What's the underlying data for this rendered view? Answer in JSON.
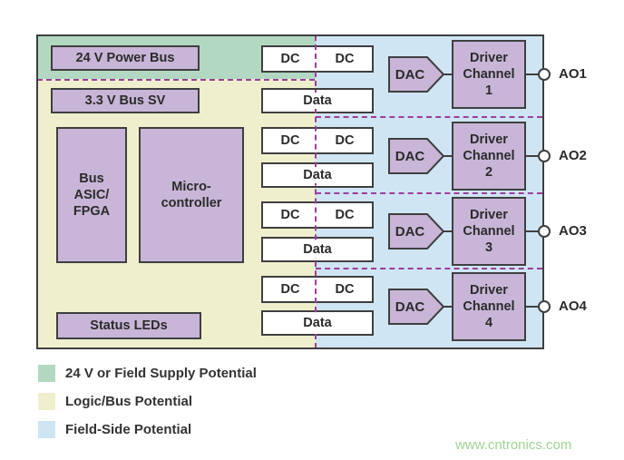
{
  "colors": {
    "supply_green": "#b2d8c2",
    "logic_yellow": "#f0efcd",
    "field_blue": "#cfe5f4",
    "block_purple": "#c8b5d7",
    "isolation_dash_purple": "#9b3f9b",
    "outline_dark": "#3f3f3f",
    "watermark_green": "#9fd394"
  },
  "diagram": {
    "power_bus_label": "24 V Power Bus",
    "bus_sv_label": "3.3 V Bus SV",
    "bus_asic_lines": [
      "Bus",
      "ASIC/",
      "FPGA"
    ],
    "micro_lines": [
      "Micro-",
      "controller"
    ],
    "status_leds_label": "Status LEDs",
    "channels": [
      {
        "dc_left": "DC",
        "dc_right": "DC",
        "data_label": "Data",
        "dac_label": "DAC",
        "driver_lines": [
          "Driver",
          "Channel",
          "1"
        ],
        "output_label": "AO1"
      },
      {
        "dc_left": "DC",
        "dc_right": "DC",
        "data_label": "Data",
        "dac_label": "DAC",
        "driver_lines": [
          "Driver",
          "Channel",
          "2"
        ],
        "output_label": "AO2"
      },
      {
        "dc_left": "DC",
        "dc_right": "DC",
        "data_label": "Data",
        "dac_label": "DAC",
        "driver_lines": [
          "Driver",
          "Channel",
          "3"
        ],
        "output_label": "AO3"
      },
      {
        "dc_left": "DC",
        "dc_right": "DC",
        "data_label": "Data",
        "dac_label": "DAC",
        "driver_lines": [
          "Driver",
          "Channel",
          "4"
        ],
        "output_label": "AO4"
      }
    ]
  },
  "legend": {
    "items": [
      {
        "swatch_color": "#b2d8c2",
        "label": "24 V or Field Supply Potential"
      },
      {
        "swatch_color": "#f0efcd",
        "label": "Logic/Bus Potential"
      },
      {
        "swatch_color": "#cfe5f4",
        "label": "Field-Side Potential"
      }
    ]
  },
  "watermark": "www.cntronics.com"
}
